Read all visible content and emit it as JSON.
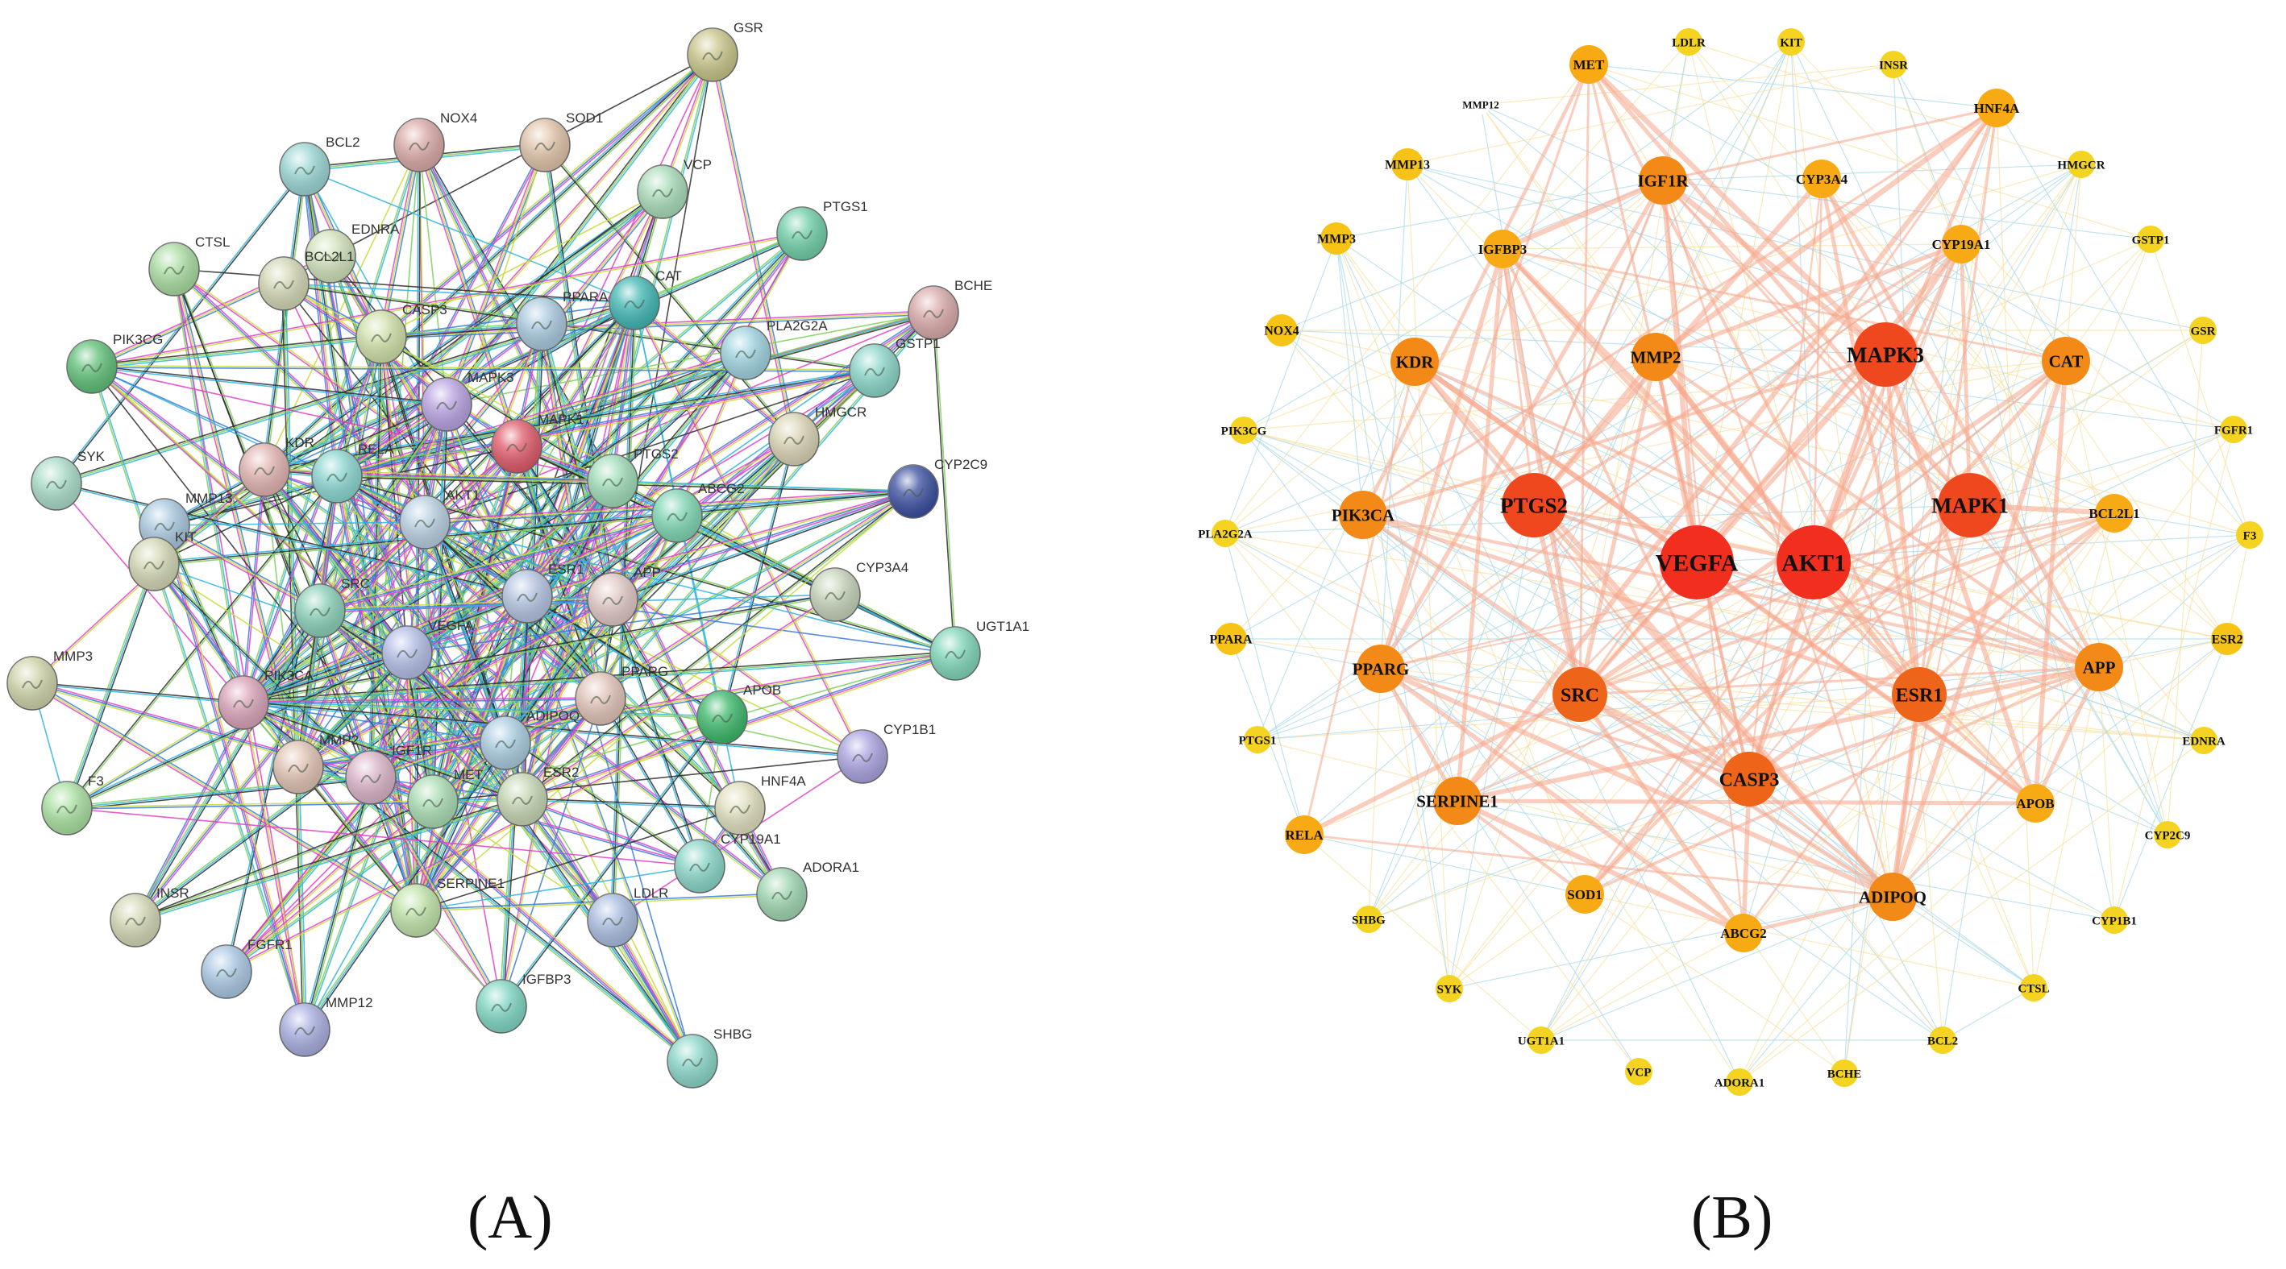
{
  "panels": [
    {
      "id": "A",
      "label": "(A)",
      "style": "string",
      "nodes": [
        {
          "name": "GSR",
          "color": "#c8c489"
        },
        {
          "name": "NOX4",
          "color": "#d9a9a6"
        },
        {
          "name": "SOD1",
          "color": "#e0c3a8"
        },
        {
          "name": "BCL2",
          "color": "#9ad6d4"
        },
        {
          "name": "VCP",
          "color": "#a9dcb8"
        },
        {
          "name": "EDNRA",
          "color": "#cfe2b9"
        },
        {
          "name": "PTGS1",
          "color": "#6fcfa8"
        },
        {
          "name": "CTSL",
          "color": "#a9dca0"
        },
        {
          "name": "BCL2L1",
          "color": "#d3d7b4"
        },
        {
          "name": "BCHE",
          "color": "#d9a9a9"
        },
        {
          "name": "CAT",
          "color": "#40b7b4"
        },
        {
          "name": "PPARA",
          "color": "#a9c9de"
        },
        {
          "name": "CASP3",
          "color": "#cfe0a8"
        },
        {
          "name": "PLA2G2A",
          "color": "#9fd3e0"
        },
        {
          "name": "GSTP1",
          "color": "#8ad6c8"
        },
        {
          "name": "PIK3CG",
          "color": "#5fbf78"
        },
        {
          "name": "MAPK3",
          "color": "#b8a2e0"
        },
        {
          "name": "MAPK1",
          "color": "#e05a6a"
        },
        {
          "name": "HMGCR",
          "color": "#d9d3b3"
        },
        {
          "name": "KDR",
          "color": "#e0b3b0"
        },
        {
          "name": "RELA",
          "color": "#8ad6d0"
        },
        {
          "name": "PTGS2",
          "color": "#9fdcb8"
        },
        {
          "name": "CYP2C9",
          "color": "#3a4fa0"
        },
        {
          "name": "SYK",
          "color": "#a9dcc8"
        },
        {
          "name": "MMP13",
          "color": "#a8c8de"
        },
        {
          "name": "AKT1",
          "color": "#b8cfe0"
        },
        {
          "name": "ABCG2",
          "color": "#7fd6b3"
        },
        {
          "name": "KIT",
          "color": "#d3d7b4"
        },
        {
          "name": "ESR1",
          "color": "#b3c3e0"
        },
        {
          "name": "APP",
          "color": "#e0c8c3"
        },
        {
          "name": "CYP3A4",
          "color": "#c4d3b9"
        },
        {
          "name": "SRC",
          "color": "#8ad0b8"
        },
        {
          "name": "UGT1A1",
          "color": "#7fd6b8"
        },
        {
          "name": "MMP3",
          "color": "#cfd3a8"
        },
        {
          "name": "VEGFA",
          "color": "#b3bde6"
        },
        {
          "name": "PIK3CA",
          "color": "#d9a3b8"
        },
        {
          "name": "PPARG",
          "color": "#e0c3b8"
        },
        {
          "name": "APOB",
          "color": "#3cb86a"
        },
        {
          "name": "ADIPOQ",
          "color": "#a9cce0"
        },
        {
          "name": "MMP2",
          "color": "#e0c3b3"
        },
        {
          "name": "IGF1R",
          "color": "#d9b3c8"
        },
        {
          "name": "CYP1B1",
          "color": "#a9a3e0"
        },
        {
          "name": "MET",
          "color": "#a9dcb3"
        },
        {
          "name": "ESR2",
          "color": "#c4d6b3"
        },
        {
          "name": "HNF4A",
          "color": "#e0dfbf"
        },
        {
          "name": "F3",
          "color": "#a9e0a0"
        },
        {
          "name": "CYP19A1",
          "color": "#8ad6c8"
        },
        {
          "name": "SERPINE1",
          "color": "#bfe3a8"
        },
        {
          "name": "ADORA1",
          "color": "#9fd6b0"
        },
        {
          "name": "INSR",
          "color": "#d3d7b4"
        },
        {
          "name": "LDLR",
          "color": "#a9bde0"
        },
        {
          "name": "FGFR1",
          "color": "#a9c8e3"
        },
        {
          "name": "IGFBP3",
          "color": "#7fd6c3"
        },
        {
          "name": "MMP12",
          "color": "#a8aee0"
        },
        {
          "name": "SHBG",
          "color": "#8ad6c8"
        }
      ]
    },
    {
      "id": "B",
      "label": "(B)",
      "style": "degree",
      "nodes": [
        {
          "name": "AKT1",
          "tier": 1
        },
        {
          "name": "VEGFA",
          "tier": 1
        },
        {
          "name": "MAPK3",
          "tier": 2
        },
        {
          "name": "PTGS2",
          "tier": 2
        },
        {
          "name": "MAPK1",
          "tier": 2
        },
        {
          "name": "SRC",
          "tier": 3
        },
        {
          "name": "ESR1",
          "tier": 3
        },
        {
          "name": "CASP3",
          "tier": 3
        },
        {
          "name": "MMP2",
          "tier": 4
        },
        {
          "name": "KDR",
          "tier": 4
        },
        {
          "name": "PIK3CA",
          "tier": 4
        },
        {
          "name": "IGF1R",
          "tier": 4
        },
        {
          "name": "CAT",
          "tier": 4
        },
        {
          "name": "PPARG",
          "tier": 4
        },
        {
          "name": "SERPINE1",
          "tier": 4
        },
        {
          "name": "APP",
          "tier": 4
        },
        {
          "name": "ADIPOQ",
          "tier": 4
        },
        {
          "name": "BCL2L1",
          "tier": 5
        },
        {
          "name": "APOB",
          "tier": 5
        },
        {
          "name": "SOD1",
          "tier": 5
        },
        {
          "name": "ABCG2",
          "tier": 5
        },
        {
          "name": "CYP19A1",
          "tier": 5
        },
        {
          "name": "IGFBP3",
          "tier": 5
        },
        {
          "name": "CYP3A4",
          "tier": 5
        },
        {
          "name": "MET",
          "tier": 5
        },
        {
          "name": "RELA",
          "tier": 5
        },
        {
          "name": "HNF4A",
          "tier": 5
        },
        {
          "name": "MMP13",
          "tier": 6
        },
        {
          "name": "MMP3",
          "tier": 6
        },
        {
          "name": "NOX4",
          "tier": 6
        },
        {
          "name": "PIK3CG",
          "tier": 7
        },
        {
          "name": "PLA2G2A",
          "tier": 7
        },
        {
          "name": "PPARA",
          "tier": 6
        },
        {
          "name": "PTGS1",
          "tier": 7
        },
        {
          "name": "SHBG",
          "tier": 7
        },
        {
          "name": "SYK",
          "tier": 7
        },
        {
          "name": "UGT1A1",
          "tier": 7
        },
        {
          "name": "VCP",
          "tier": 7
        },
        {
          "name": "ADORA1",
          "tier": 7
        },
        {
          "name": "BCHE",
          "tier": 7
        },
        {
          "name": "BCL2",
          "tier": 7
        },
        {
          "name": "CTSL",
          "tier": 7
        },
        {
          "name": "CYP1B1",
          "tier": 7
        },
        {
          "name": "CYP2C9",
          "tier": 7
        },
        {
          "name": "EDNRA",
          "tier": 7
        },
        {
          "name": "ESR2",
          "tier": 6
        },
        {
          "name": "F3",
          "tier": 7
        },
        {
          "name": "FGFR1",
          "tier": 7
        },
        {
          "name": "GSR",
          "tier": 7
        },
        {
          "name": "GSTP1",
          "tier": 7
        },
        {
          "name": "HMGCR",
          "tier": 7
        },
        {
          "name": "INSR",
          "tier": 7
        },
        {
          "name": "KIT",
          "tier": 7
        },
        {
          "name": "LDLR",
          "tier": 7
        },
        {
          "name": "MMP12",
          "tier": 8
        }
      ]
    }
  ],
  "colors": {
    "string_edge_colors": [
      "#c9db3a",
      "#2d2d2d",
      "#e040c8",
      "#30b4e0",
      "#3a7ad9",
      "#7fcf5a"
    ],
    "tier_colors": [
      "#f01e1e",
      "#f22e1e",
      "#f0481e",
      "#ee6418",
      "#f38a18",
      "#f7aa14",
      "#f7c314",
      "#f5d421",
      "#ffffff"
    ],
    "b_edge_colors": [
      "#f5a58a",
      "#a8d8e8",
      "#f8e0a0"
    ]
  }
}
